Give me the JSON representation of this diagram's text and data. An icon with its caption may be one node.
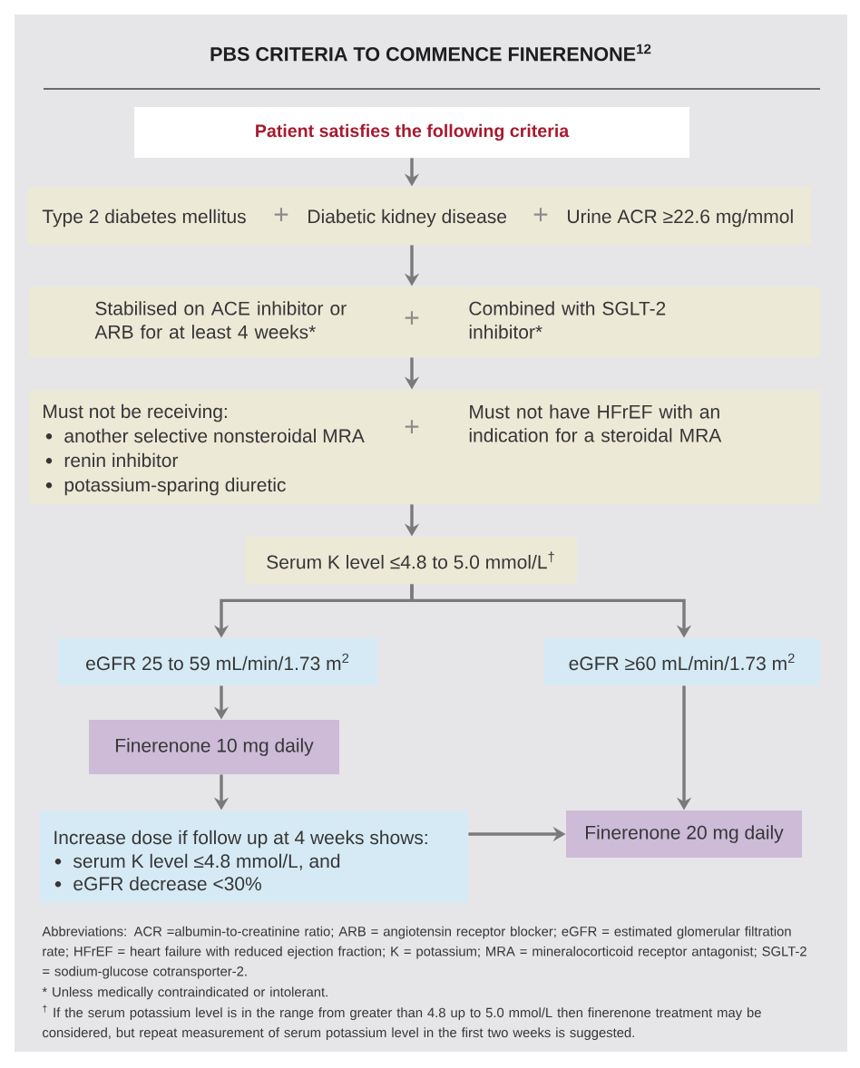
{
  "diagram": {
    "title": "PBS CRITERIA TO COMMENCE FINERENONE$^{12}$",
    "nodes": [
      {
        "text": [
          "Patient satisfies the following criteria"
        ]
      },
      {
        "text": [
          "Type 2 diabetes mellitus",
          "Diabetic kidney disease",
          "Urine ACR ≥22.6 mg/mmol"
        ]
      },
      {
        "text": [
          "Stabilised on ACE inhibitor or ARB for at least 4 weeks*",
          "Combined with SGLT-2 inhibitor*"
        ]
      },
      {
        "text": [
          "Must not be receiving:",
          "another selective nonsteroidal MRA",
          "renin inhibitor",
          "potassium-sparing diuretic",
          "Must not have HFrEF with an indication for a steroidal MRA"
        ]
      },
      {
        "text": [
          "Serum K level ≤4.8 to 5.0 mmol/L$^{†}$"
        ]
      },
      {
        "text": [
          "eGFR 25 to 59 mL/min/1.73 m$^{2}$"
        ]
      },
      {
        "text": [
          "eGFR ≥60 mL/min/1.73 m$^{2}$"
        ]
      },
      {
        "text": [
          "Finerenone 10 mg daily"
        ]
      },
      {
        "text": [
          "Increase dose if follow up at 4 weeks shows:",
          "serum K level ≤4.8 mmol/L, and",
          "eGFR decrease <30%"
        ]
      },
      {
        "text": [
          "Finerenone 20 mg daily"
        ]
      }
    ],
    "edges": [
      {
        "from": 0,
        "to": 1,
        "arrow": "to"
      },
      {
        "from": 1,
        "to": 2,
        "arrow": "to"
      },
      {
        "from": 2,
        "to": 3,
        "arrow": "to"
      },
      {
        "from": 3,
        "to": 4,
        "arrow": "to"
      },
      {
        "from": 4,
        "to": 5,
        "arrow": "to"
      },
      {
        "from": 4,
        "to": 6,
        "arrow": "to"
      },
      {
        "from": 5,
        "to": 7,
        "arrow": "to"
      },
      {
        "from": 6,
        "to": 9,
        "arrow": "to"
      },
      {
        "from": 7,
        "to": 8,
        "arrow": "to"
      },
      {
        "from": 8,
        "to": 9,
        "arrow": "to"
      }
    ],
    "labels": [
      "+",
      "+",
      "+",
      "+",
      "Abbreviations: ACR =albumin-to-creatinine ratio; ARB = angiotensin receptor blocker; eGFR = estimated glomerular filtration rate; HFrEF = heart failure with reduced ejection fraction; K = potassium; MRA = mineralocorticoid receptor antagonist; SGLT-2 = sodium-glucose cotransporter-2.",
      "* Unless medically contraindicated or intolerant.",
      "$^{†}$ If the serum potassium level is in the range from greater than 4.8 up to 5.0 mmol/L then finerenone treatment may be considered, but repeat measurement of serum potassium level in the first two weeks is suggested."
    ]
  }
}
